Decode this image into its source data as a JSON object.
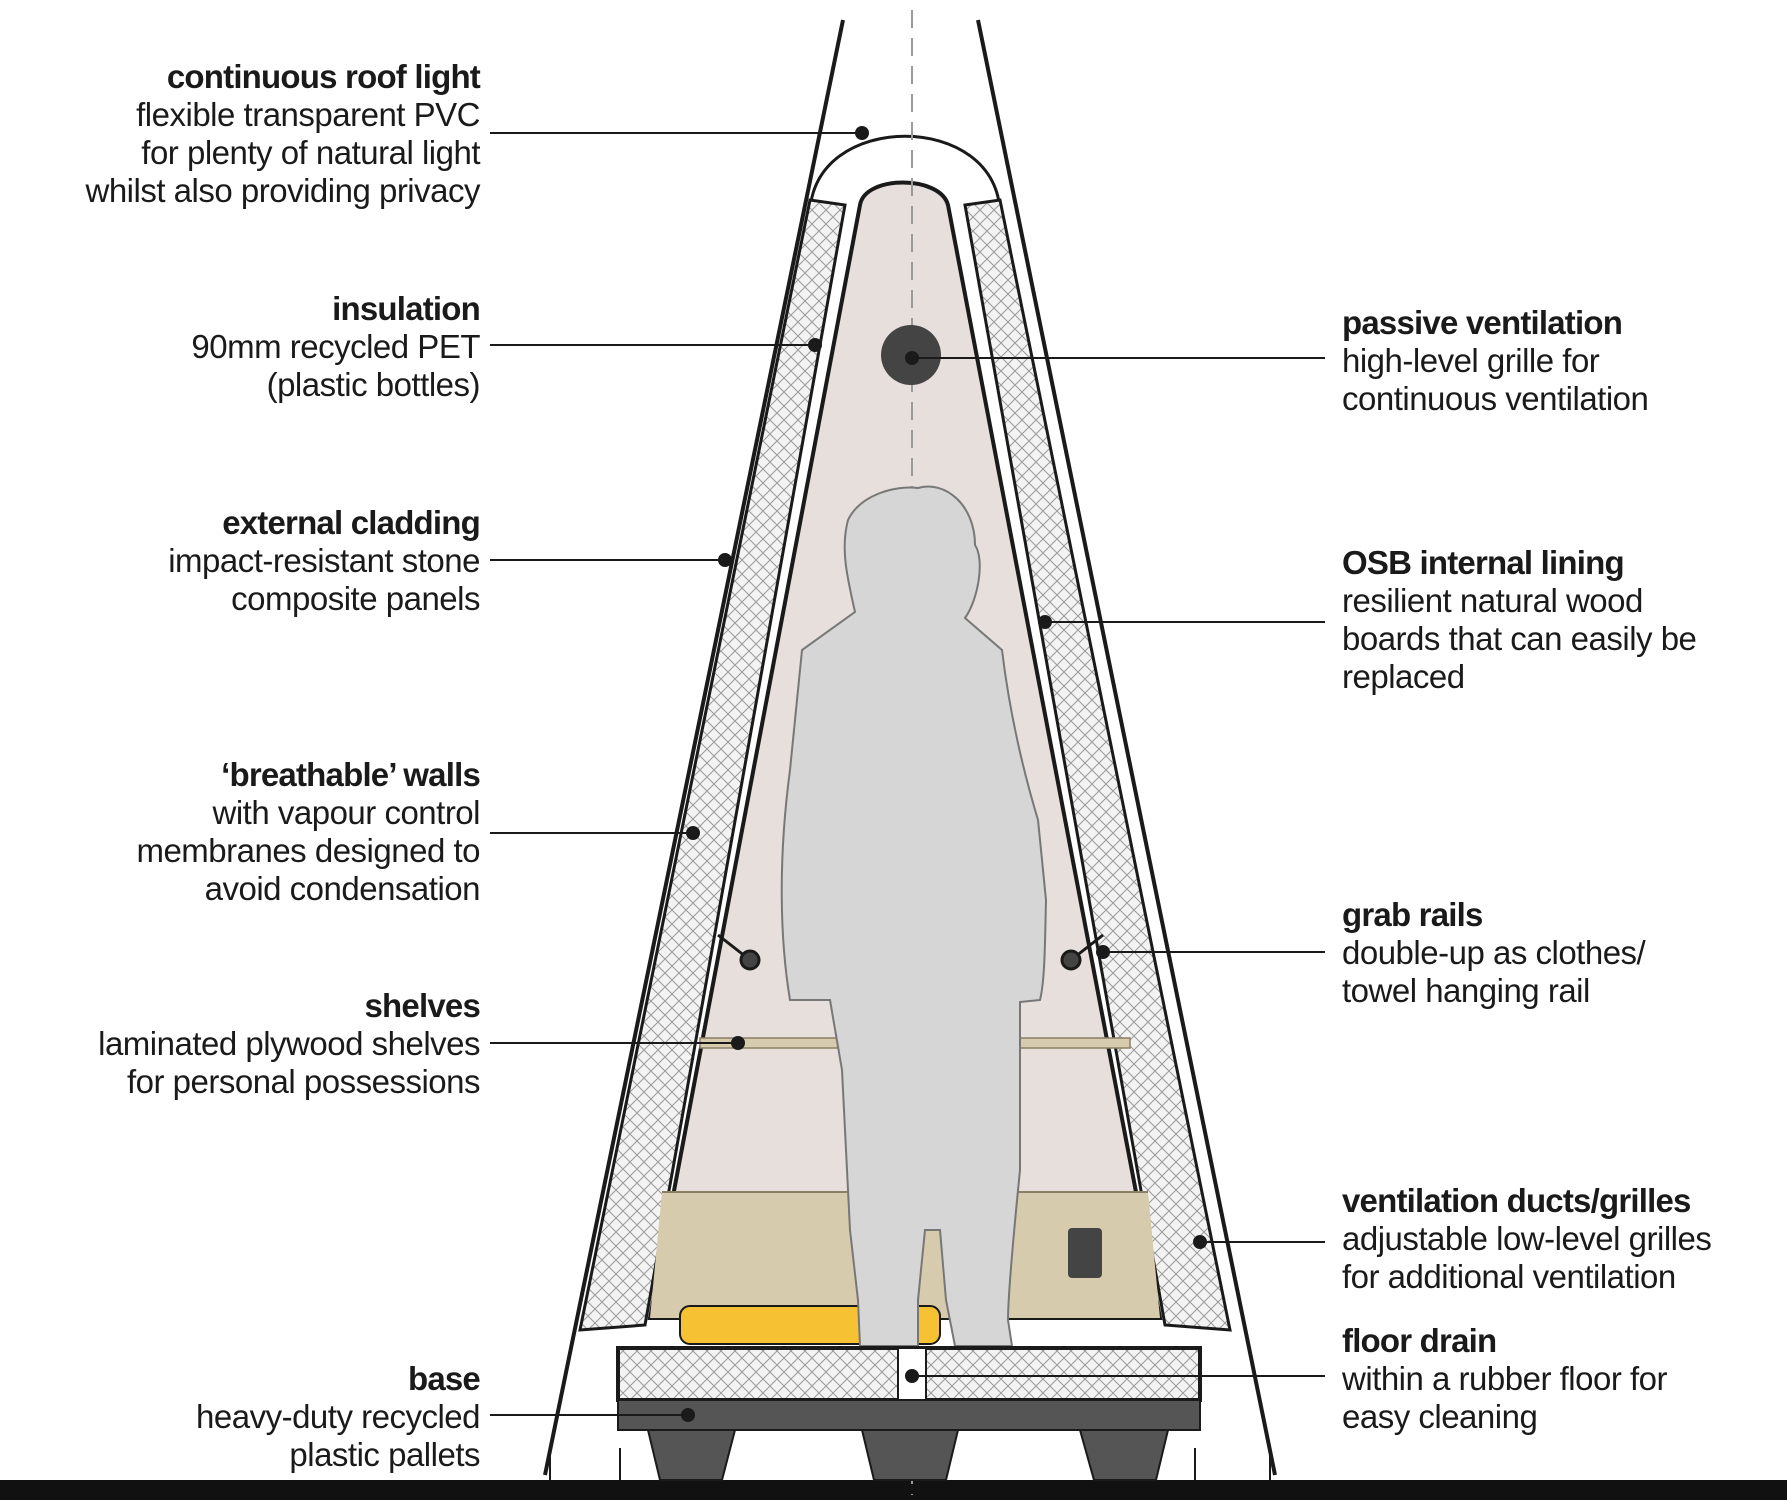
{
  "colors": {
    "interior": "#e6dfdb",
    "insulation": "#f3f3f3",
    "stroke": "#1a1a1a",
    "figure": "#d6d6d6",
    "lower_zone": "#d6cbac",
    "mattress": "#f6c233",
    "pallet": "#555555",
    "vent": "#444444"
  },
  "callouts": [
    {
      "id": "roof-light",
      "title": "continuous roof light",
      "desc": "flexible transparent PVC\nfor plenty of natural light\nwhilst also providing privacy"
    },
    {
      "id": "insulation",
      "title": "insulation",
      "desc": "90mm recycled PET\n(plastic bottles)"
    },
    {
      "id": "external-cladding",
      "title": "external cladding",
      "desc": "impact-resistant stone\ncomposite panels"
    },
    {
      "id": "breathable-walls",
      "title": "‘breathable’ walls",
      "desc": "with vapour control\nmembranes designed to\navoid condensation"
    },
    {
      "id": "shelves",
      "title": "shelves",
      "desc": "laminated plywood shelves\nfor personal possessions"
    },
    {
      "id": "base",
      "title": "base",
      "desc": "heavy-duty recycled\nplastic pallets"
    },
    {
      "id": "passive-ventilation",
      "title": "passive ventilation",
      "desc": "high-level grille for\ncontinuous ventilation"
    },
    {
      "id": "osb-lining",
      "title": "OSB internal lining",
      "desc": "resilient natural wood\nboards that can easily be\nreplaced"
    },
    {
      "id": "grab-rails",
      "title": "grab rails",
      "desc": "double-up as clothes/\ntowel hanging rail"
    },
    {
      "id": "ventilation-ducts",
      "title": "ventilation ducts/grilles",
      "desc": "adjustable low-level grilles\nfor additional ventilation"
    },
    {
      "id": "floor-drain",
      "title": "floor drain",
      "desc": "within a rubber floor for\neasy cleaning"
    }
  ]
}
